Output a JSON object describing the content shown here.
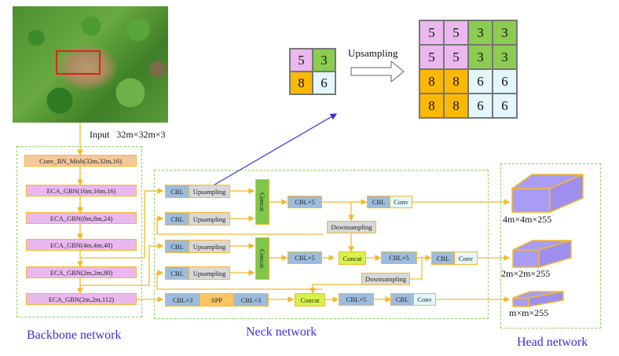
{
  "input": {
    "label": "Input",
    "shape": "32m×32m×3"
  },
  "backbone": {
    "title": "Backbone network",
    "blocks": [
      "Conv_BN_Mish(32m,32m,16)",
      "ECA_GBN(16m,16m,16)",
      "ECA_GBN(8m,8m,24)",
      "ECA_GBN(4m,4m,40)",
      "ECA_GBN(2m,2m,80)",
      "ECA_GBN(2m,2m,112)"
    ]
  },
  "neck": {
    "title": "Neck network",
    "cbl": "CBL",
    "upsampling": "Upsampling",
    "concat": "Concat",
    "cbl5": "CBL×5",
    "cbl3": "CBL×3",
    "spp": "SPP",
    "conv": "Conv",
    "downsampling": "Downsampling"
  },
  "head": {
    "title": "Head network",
    "outputs": [
      "4m×4m×255",
      "2m×2m×255",
      "m×m×255"
    ]
  },
  "upsampling_example": {
    "label": "Upsampling",
    "small": [
      [
        "5",
        "3"
      ],
      [
        "8",
        "6"
      ]
    ],
    "large": [
      [
        "5",
        "5",
        "3",
        "3"
      ],
      [
        "5",
        "5",
        "3",
        "3"
      ],
      [
        "8",
        "8",
        "6",
        "6"
      ],
      [
        "8",
        "8",
        "6",
        "6"
      ]
    ],
    "colors": {
      "5": "#eab8ee",
      "3": "#8ccc50",
      "8": "#fbb804",
      "6": "#e4f7fb"
    }
  }
}
